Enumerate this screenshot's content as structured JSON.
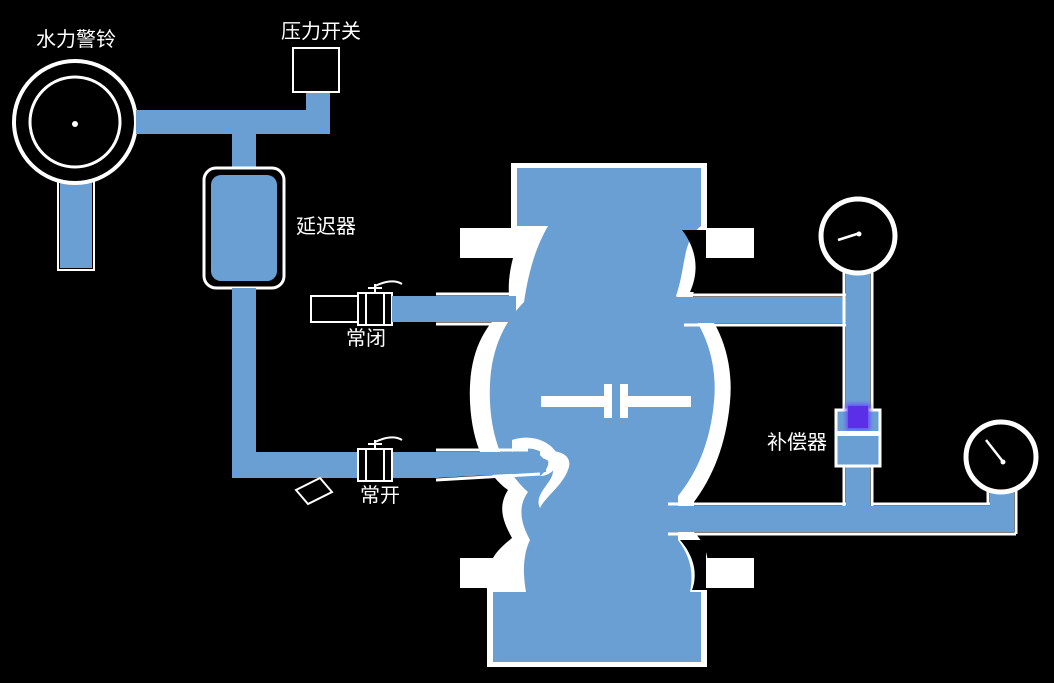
{
  "labels": {
    "water_alarm": "水力警铃",
    "pressure_switch": "压力开关",
    "retard_chamber": "延迟器",
    "normally_closed": "常闭",
    "normally_open": "常开",
    "compensator": "补偿器"
  },
  "colors": {
    "background": "#000000",
    "pipe": "#6a9fd4",
    "outline": "#ffffff",
    "compensator_piston": "#5b2ee8"
  }
}
